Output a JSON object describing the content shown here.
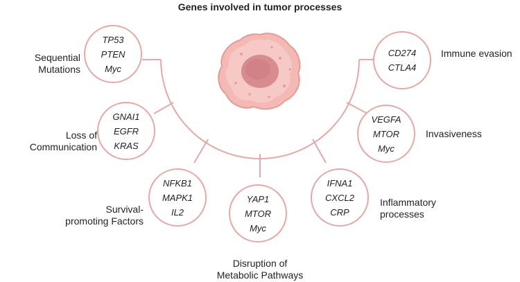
{
  "title": "Genes involved in tumor processes",
  "accent_color": "#e6a8a6",
  "groups": [
    {
      "label": [
        "Sequential",
        "Mutations"
      ],
      "genes": [
        "TP53",
        "PTEN",
        "Myc"
      ]
    },
    {
      "label": [
        "Loss of",
        "Communication"
      ],
      "genes": [
        "GNAI1",
        "EGFR",
        "KRAS"
      ]
    },
    {
      "label": [
        "Survival-",
        "promoting Factors"
      ],
      "genes": [
        "NFKB1",
        "MAPK1",
        "IL2"
      ]
    },
    {
      "label": [
        "Disruption of",
        "Metabolic Pathways"
      ],
      "genes": [
        "YAP1",
        "MTOR",
        "Myc"
      ]
    },
    {
      "label": [
        "Inflammatory",
        "processes"
      ],
      "genes": [
        "IFNA1",
        "CXCL2",
        "CRP"
      ]
    },
    {
      "label": [
        "Invasiveness"
      ],
      "genes": [
        "VEGFA",
        "MTOR",
        "Myc"
      ]
    },
    {
      "label": [
        "Immune evasion"
      ],
      "genes": [
        "CD274",
        "CTLA4"
      ]
    }
  ]
}
